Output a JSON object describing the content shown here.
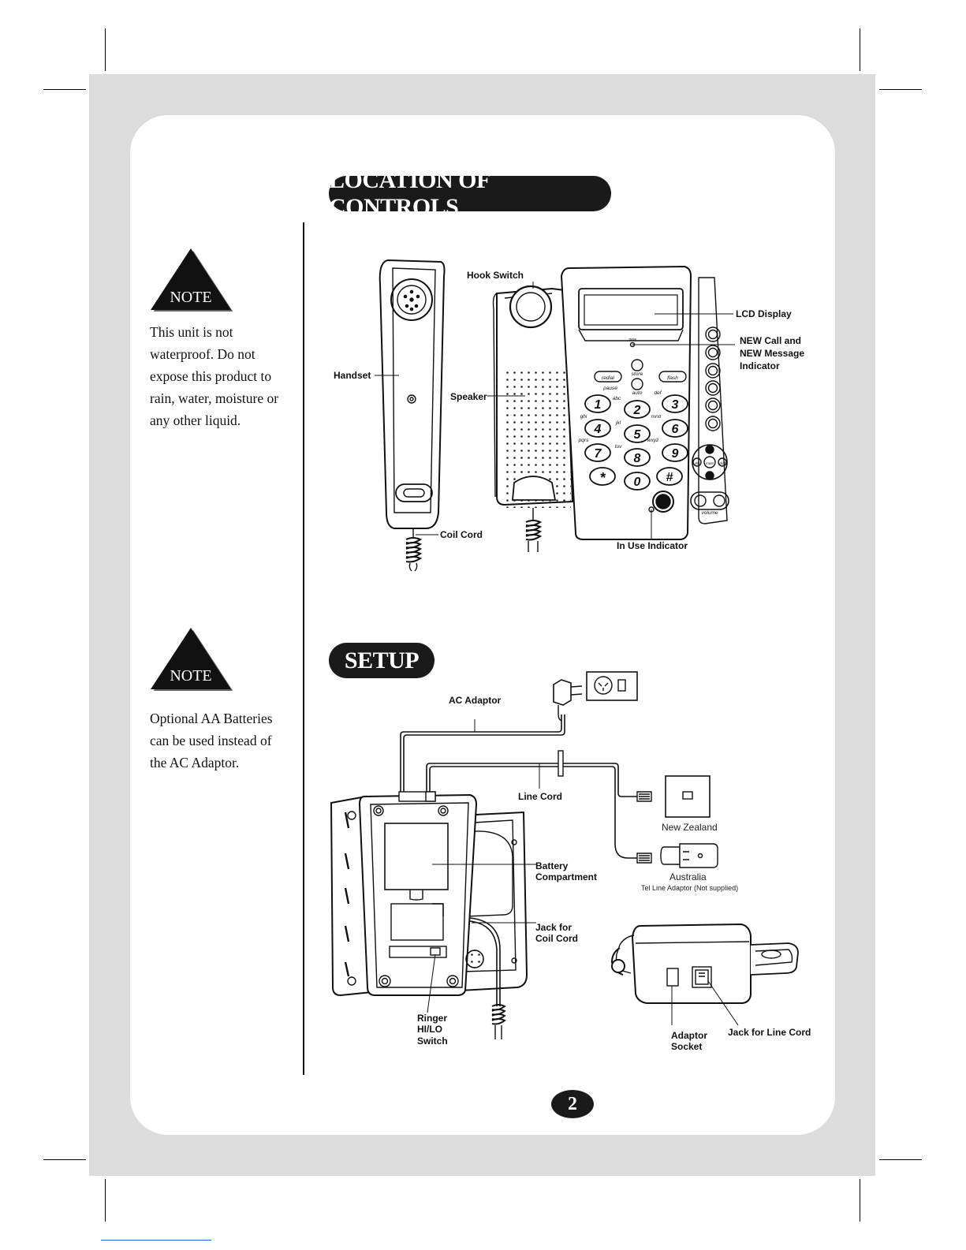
{
  "sections": {
    "controls_title": "LOCATION OF CONTROLS",
    "setup_title": "SETUP"
  },
  "notes": [
    {
      "badge": "NOTE",
      "text": "This unit is not waterproof. Do not expose this product to rain, water, moisture or any other liquid."
    },
    {
      "badge": "NOTE",
      "text": "Optional AA Batteries can be used instead of the AC Adaptor."
    }
  ],
  "controls_labels": {
    "hook_switch": "Hook Switch",
    "lcd_display": "LCD Display",
    "new_call_1": "NEW Call and",
    "new_call_2": "NEW Message",
    "new_call_3": "Indicator",
    "handset": "Handset",
    "speaker": "Speaker",
    "coil_cord": "Coil Cord",
    "in_use": "In Use Indicator"
  },
  "keypad": {
    "keys": [
      "1",
      "2",
      "3",
      "4",
      "5",
      "6",
      "7",
      "8",
      "9",
      "*",
      "0",
      "#"
    ],
    "redial": "redial",
    "pause": "pause",
    "store": "store",
    "auto": "auto",
    "flash": "flash",
    "new": "new",
    "volume": "volume",
    "del": "del",
    "mute": "mute",
    "dial": "dial",
    "letters": [
      "abc",
      "def",
      "ghi",
      "jkl",
      "mno",
      "pqrs",
      "tuv",
      "wxyz"
    ]
  },
  "setup_labels": {
    "ac_adaptor": "AC Adaptor",
    "line_cord": "Line Cord",
    "new_zealand": "New Zealand",
    "australia": "Australia",
    "tel_line_adaptor": "Tel Line Adaptor (Not supplied)",
    "battery_1": "Battery",
    "battery_2": "Compartment",
    "jack_coil_1": "Jack for",
    "jack_coil_2": "Coil Cord",
    "ringer_1": "Ringer",
    "ringer_2": "HI/LO",
    "ringer_3": "Switch",
    "adaptor_socket_1": "Adaptor",
    "adaptor_socket_2": "Socket",
    "jack_line": "Jack for Line Cord"
  },
  "page_number": "2"
}
